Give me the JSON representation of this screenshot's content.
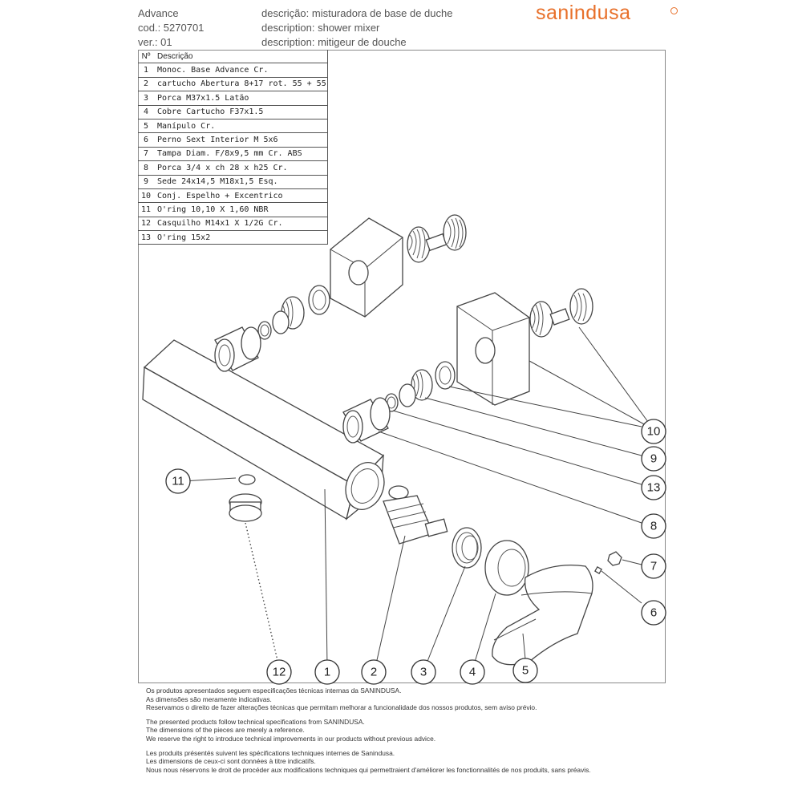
{
  "header": {
    "model": "Advance",
    "code": "cod.: 5270701",
    "version": "ver.: 01",
    "descriptions": [
      "descrição: misturadora de base de duche",
      "description: shower mixer",
      "description: mitigeur de douche"
    ],
    "brand": "sanindusa",
    "brand_color": "#e8702a"
  },
  "parts_table": {
    "headers": [
      "Nº",
      "Descrição"
    ],
    "rows": [
      {
        "n": "1",
        "desc": "Monoc. Base Advance Cr."
      },
      {
        "n": "2",
        "desc": "cartucho Abertura 8+17 rot. 55 + 55"
      },
      {
        "n": "3",
        "desc": "Porca M37x1.5 Latão"
      },
      {
        "n": "4",
        "desc": "Cobre Cartucho F37x1.5"
      },
      {
        "n": "5",
        "desc": "Manípulo Cr."
      },
      {
        "n": "6",
        "desc": "Perno Sext Interior M 5x6"
      },
      {
        "n": "7",
        "desc": "Tampa Diam. F/8x9,5 mm Cr. ABS"
      },
      {
        "n": "8",
        "desc": "Porca 3/4 x ch 28 x h25 Cr."
      },
      {
        "n": "9",
        "desc": "Sede 24x14,5  M18x1,5 Esq."
      },
      {
        "n": "10",
        "desc": "Conj. Espelho + Excentrico"
      },
      {
        "n": "11",
        "desc": "O'ring 10,10 X 1,60 NBR"
      },
      {
        "n": "12",
        "desc": "Casquilho M14x1 X 1/2G Cr."
      },
      {
        "n": "13",
        "desc": "O'ring 15x2"
      }
    ]
  },
  "callouts": {
    "c1": "1",
    "c2": "2",
    "c3": "3",
    "c4": "4",
    "c5": "5",
    "c6": "6",
    "c7": "7",
    "c8": "8",
    "c9": "9",
    "c10": "10",
    "c11": "11",
    "c12": "12",
    "c13": "13"
  },
  "notes": {
    "pt": [
      "Os produtos apresentados seguem especificações técnicas internas da SANINDUSA.",
      "As dimensões são meramente indicativas.",
      "Reservamos o direito de fazer alterações técnicas que permitam melhorar a funcionalidade dos nossos produtos, sem aviso prévio."
    ],
    "en": [
      "The presented products follow technical specifications from SANINDUSA.",
      "The dimensions of the pieces are merely a reference.",
      "We reserve the right to introduce technical improvements in our products without previous advice."
    ],
    "fr": [
      "Les produits présentés suivent les spécifications techniques internes de Sanindusa.",
      "Les dimensions de ceux-ci sont données à titre indicatifs.",
      "Nous nous réservons le droit de procéder aux modifications techniques qui permettraient d'améliorer les fonctionnalités de nos produits, sans préavis."
    ]
  }
}
